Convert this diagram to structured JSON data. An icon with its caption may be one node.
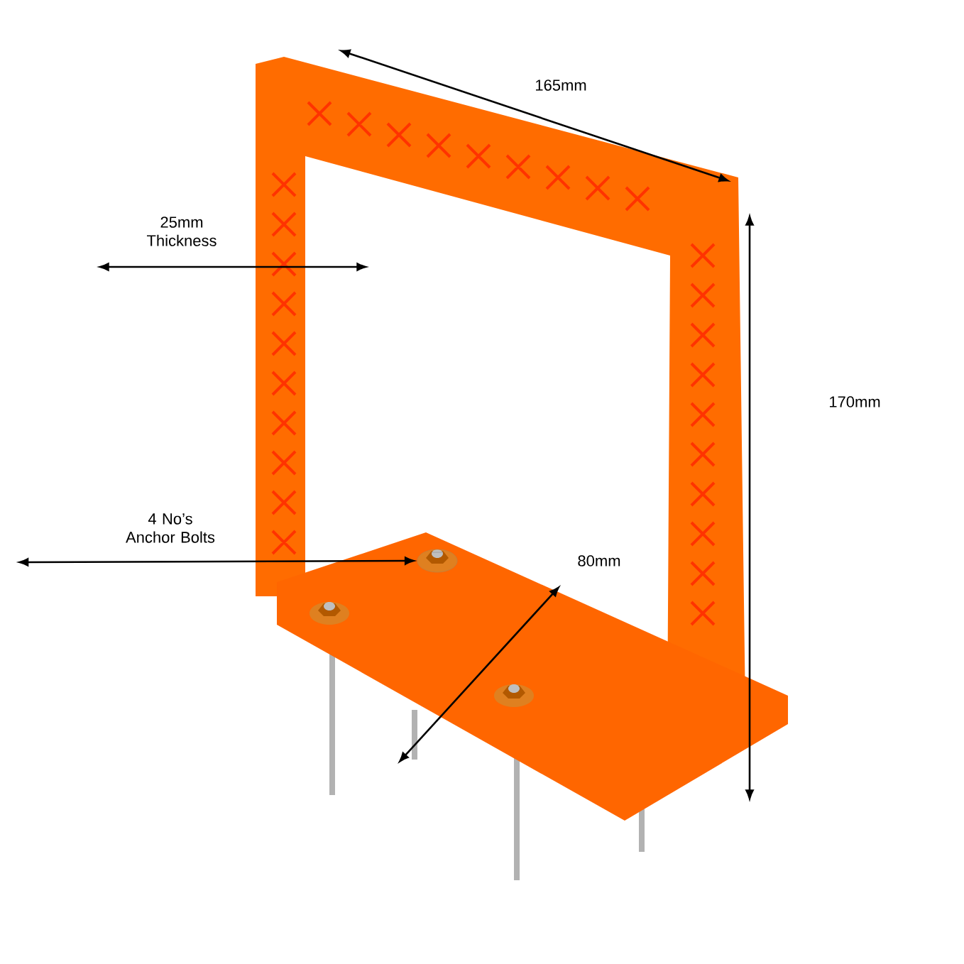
{
  "diagram": {
    "nodes": [
      {
        "text": [
          "4 No’s Anchor Bolts"
        ]
      },
      {
        "text": [],
        "shape": "picture"
      }
    ],
    "edges": [
      {
        "from": 0,
        "to": 1,
        "arrow": "both"
      }
    ],
    "labels": [
      "165mm",
      "25mm Thickness",
      "170mm",
      "80mm"
    ]
  }
}
